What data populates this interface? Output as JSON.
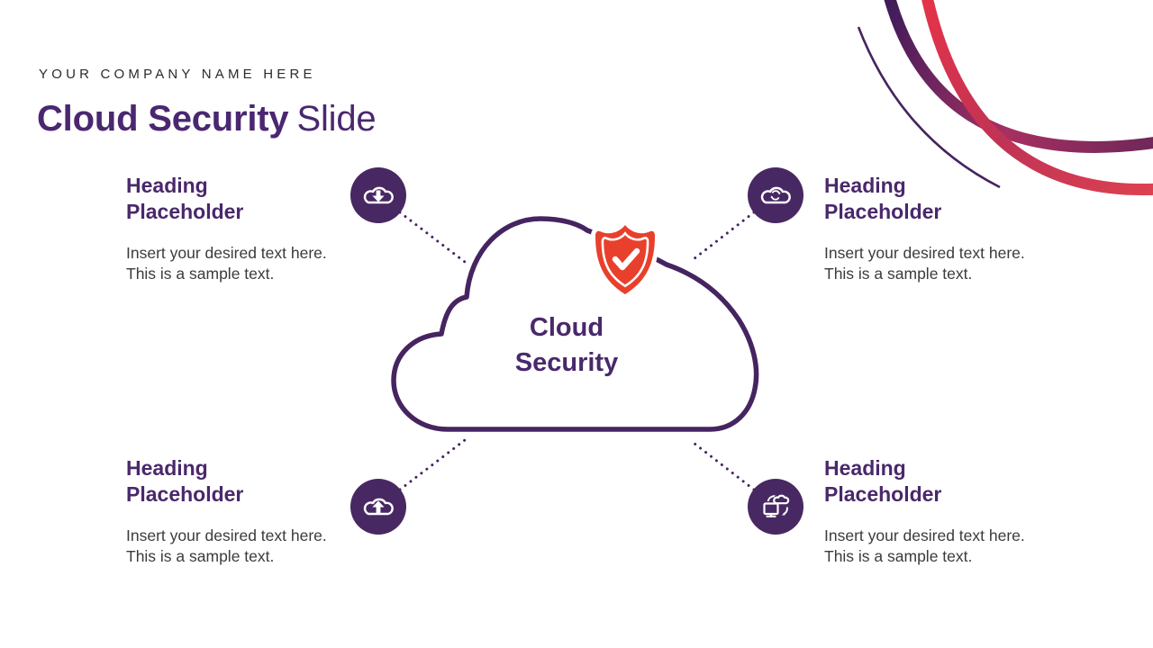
{
  "slide": {
    "company_name": "YOUR COMPANY NAME HERE",
    "title_bold": "Cloud Security",
    "title_regular": "Slide"
  },
  "center_cloud": {
    "label_line1": "Cloud",
    "label_line2": "Security",
    "badge_icon": "shield-check-icon"
  },
  "nodes": [
    {
      "position": "top-left",
      "icon": "cloud-download-icon",
      "heading": "Heading Placeholder",
      "body": "Insert your desired text here. This is a sample text."
    },
    {
      "position": "top-right",
      "icon": "cloud-sync-icon",
      "heading": "Heading Placeholder",
      "body": "Insert your desired text here. This is a sample text."
    },
    {
      "position": "bottom-left",
      "icon": "cloud-upload-icon",
      "heading": "Heading Placeholder",
      "body": "Insert your desired text here. This is a sample text."
    },
    {
      "position": "bottom-right",
      "icon": "cloud-device-sync-icon",
      "heading": "Heading Placeholder",
      "body": "Insert your desired text here. This is a sample text."
    }
  ],
  "colors": {
    "purple_dark": "#452460",
    "purple_circle": "#482862",
    "purple_heading": "#49286B",
    "title_purple": "#4A2770",
    "shield_red": "#E8402C",
    "arc_purple": "#3E1B5B",
    "arc_crimson": "#C03355",
    "arc_red": "#E43349",
    "body_text": "#3B3B3B",
    "icon_white": "#FFFFFF"
  }
}
